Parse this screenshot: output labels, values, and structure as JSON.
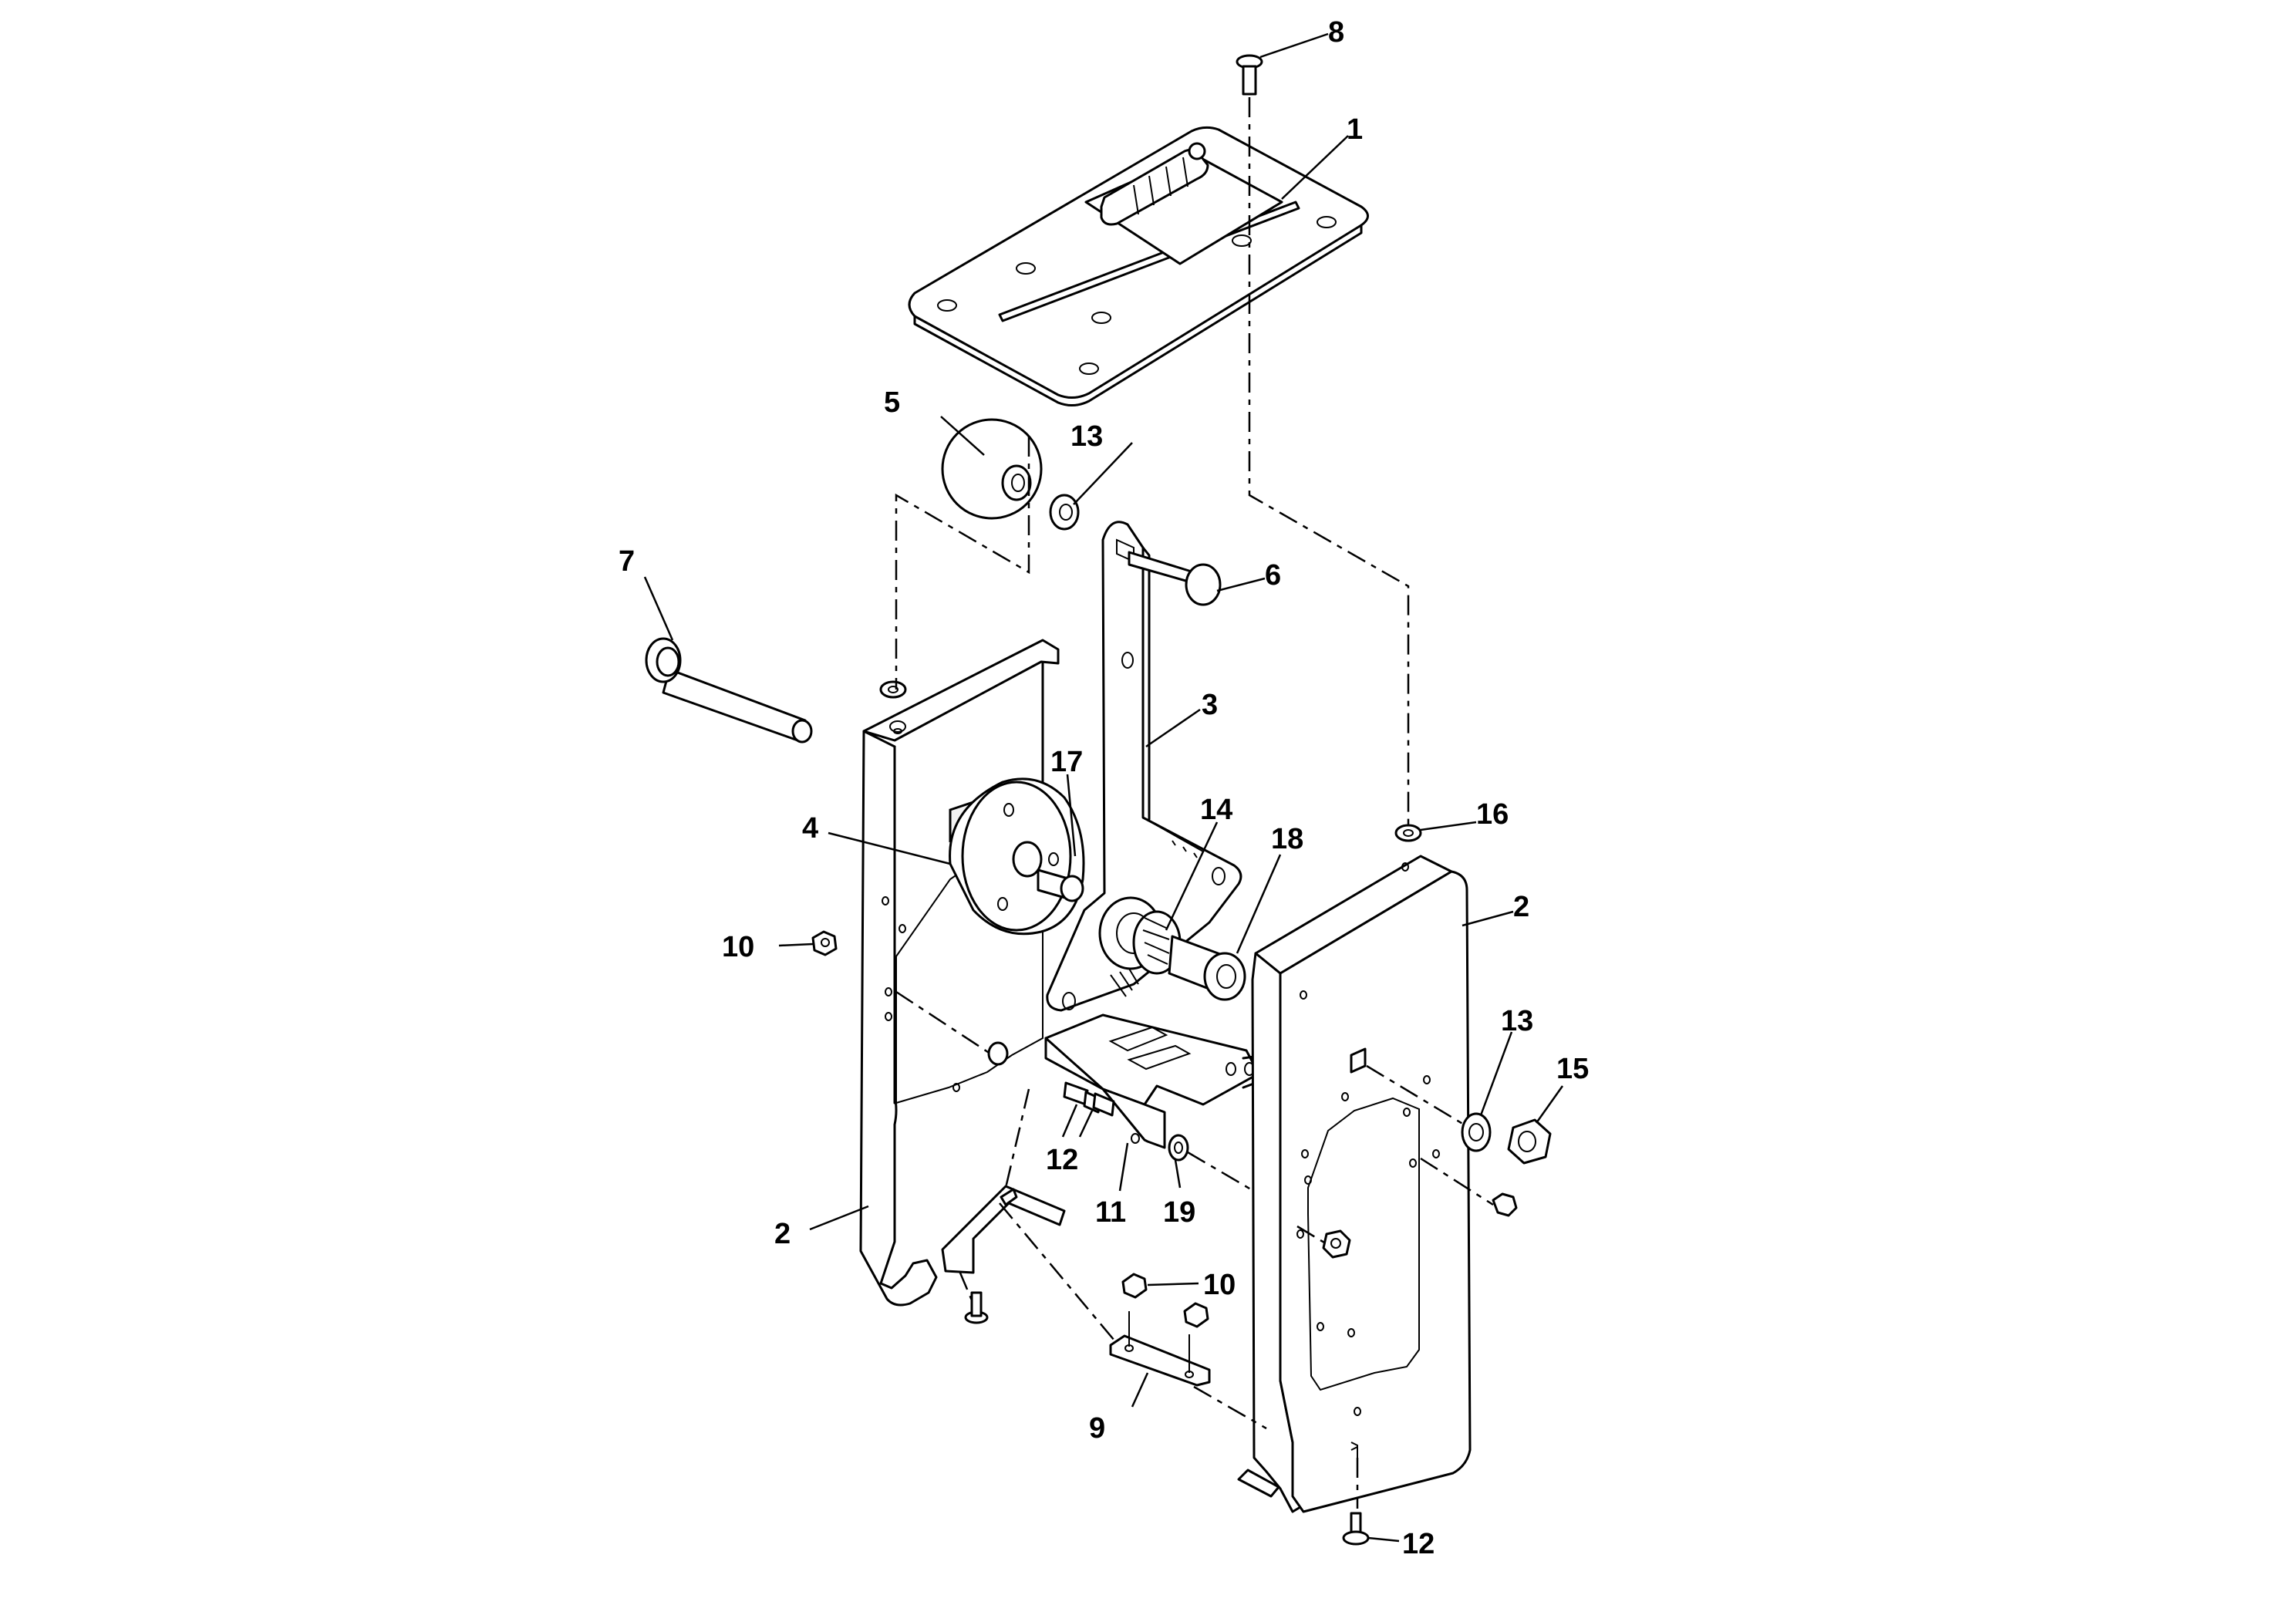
{
  "callouts": {
    "c1": "1",
    "c2a": "2",
    "c2b": "2",
    "c3": "3",
    "c4": "4",
    "c5": "5",
    "c6": "6",
    "c7": "7",
    "c8": "8",
    "c9": "9",
    "c10a": "10",
    "c10b": "10",
    "c11": "11",
    "c12a": "12",
    "c12b": "12",
    "c13a": "13",
    "c13b": "13",
    "c14": "14",
    "c15": "15",
    "c16": "16",
    "c17": "17",
    "c18": "18",
    "c19": "19"
  }
}
